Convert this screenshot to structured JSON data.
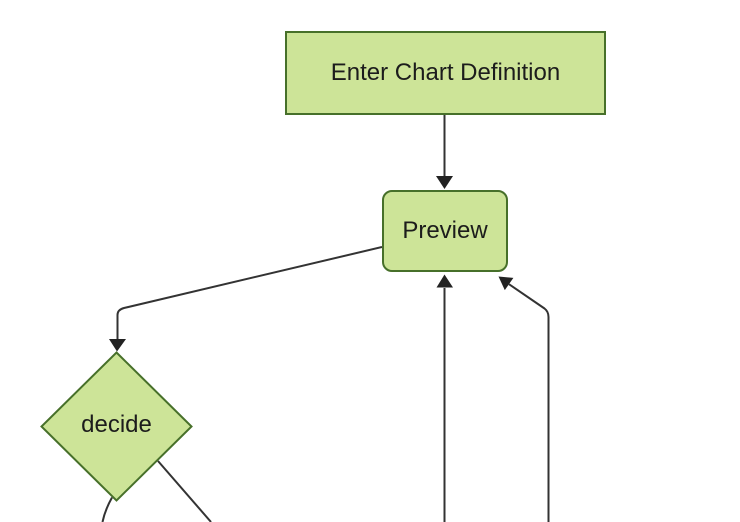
{
  "diagram": {
    "type": "flowchart",
    "orientation": "top-down",
    "colors": {
      "background": "#ffffff",
      "node_fill": "#cde498",
      "node_border": "#47702a",
      "edge": "#333333",
      "arrowhead": "#222222",
      "label_text": "#1c1c1c"
    },
    "nodes": [
      {
        "id": "enter",
        "label": "Enter Chart Definition",
        "shape": "rectangle"
      },
      {
        "id": "preview",
        "label": "Preview",
        "shape": "rounded-rectangle"
      },
      {
        "id": "decide",
        "label": "decide",
        "shape": "diamond"
      }
    ],
    "edges": [
      {
        "from": "enter",
        "to": "preview",
        "arrow": true
      },
      {
        "from": "preview",
        "to": "decide",
        "arrow": true
      },
      {
        "from": "offscreen-bottom",
        "to": "preview",
        "arrow": true
      },
      {
        "from": "offscreen-bottom-right",
        "to": "preview",
        "arrow": true
      },
      {
        "from": "decide",
        "to": "offscreen-bottom-left",
        "arrow": false
      },
      {
        "from": "decide",
        "to": "offscreen-bottom-right",
        "arrow": false
      }
    ]
  }
}
